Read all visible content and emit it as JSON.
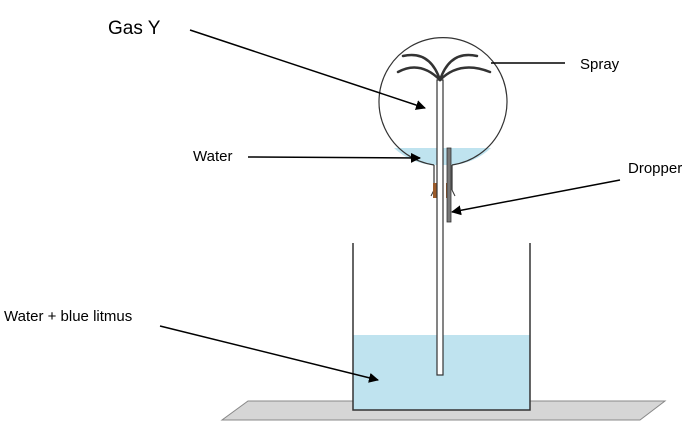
{
  "labels": {
    "gas": "Gas Y",
    "spray": "Spray",
    "water": "Water",
    "dropper": "Dropper",
    "beaker_liquid": "Water + blue litmus"
  },
  "colors": {
    "water": "#bfe3ef",
    "stopper": "#9a5a2a",
    "platform": "#d6d6d6"
  }
}
